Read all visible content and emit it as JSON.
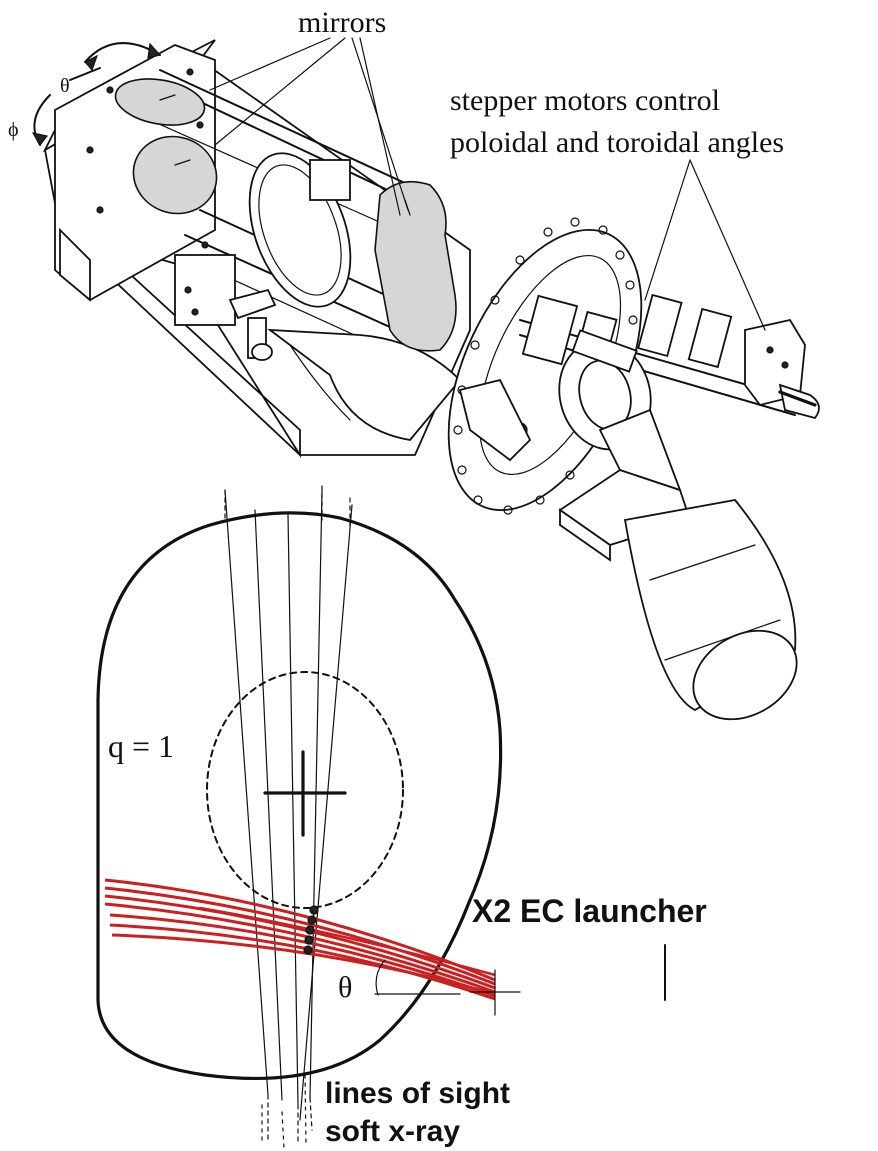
{
  "labels": {
    "mirrors": "mirrors",
    "stepper_line1": "stepper motors control",
    "stepper_line2": "poloidal and toroidal angles",
    "theta_top": "θ",
    "phi_top": "ϕ",
    "q_surface": "q = 1",
    "launcher": "X2 EC launcher",
    "theta_bottom": "θ",
    "lines_of_sight": "lines of sight",
    "soft_xray": "soft x-ray"
  },
  "colors": {
    "line": "#111111",
    "mirror_fill": "#d6d6d6",
    "beam": "#cc1f1f",
    "background": "#ffffff"
  }
}
